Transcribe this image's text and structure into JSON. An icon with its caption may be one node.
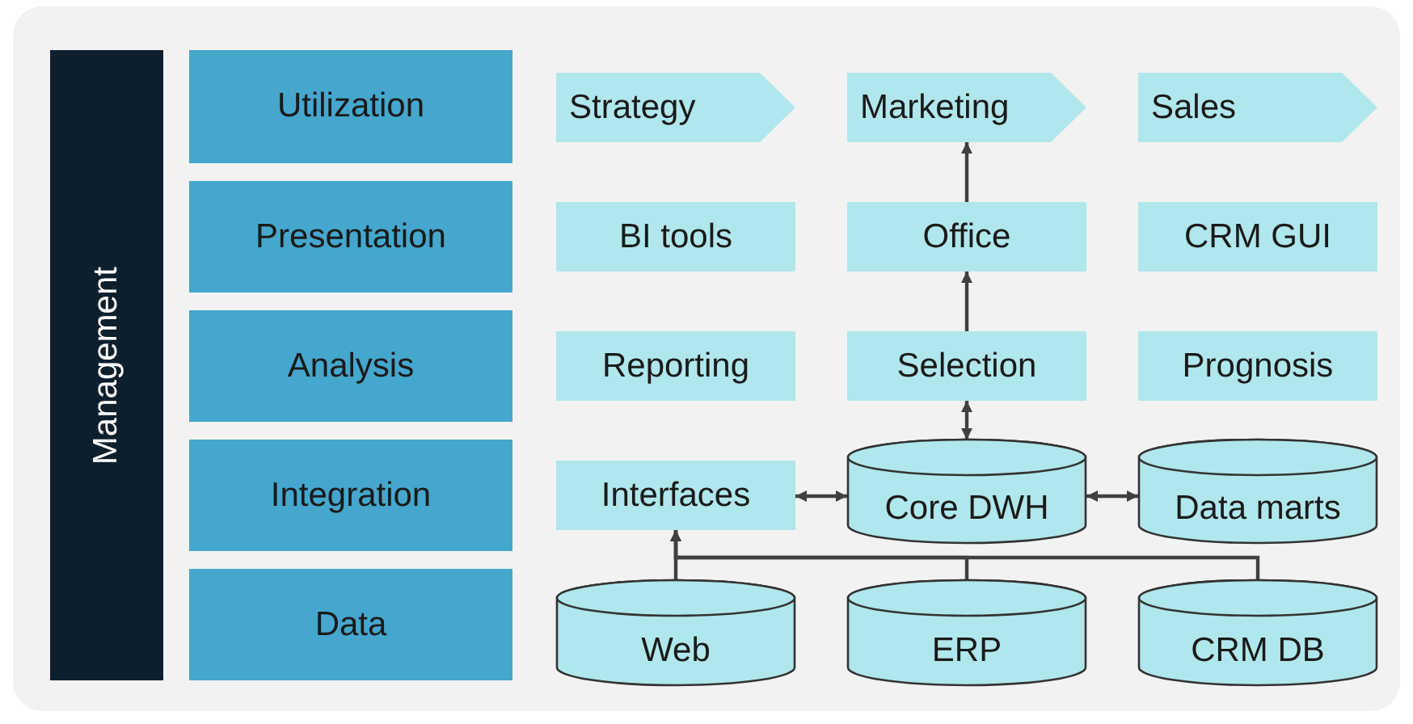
{
  "diagram": {
    "nodes": [
      {
        "text": [
          "Management"
        ]
      },
      {
        "text": [
          "Utilization"
        ]
      },
      {
        "text": [
          "Presentation"
        ]
      },
      {
        "text": [
          "Analysis"
        ]
      },
      {
        "text": [
          "Integration"
        ]
      },
      {
        "text": [
          "Data"
        ]
      },
      {
        "text": [
          "Strategy"
        ]
      },
      {
        "text": [
          "Marketing"
        ]
      },
      {
        "text": [
          "Sales"
        ]
      },
      {
        "text": [
          "BI tools"
        ]
      },
      {
        "text": [
          "Office"
        ]
      },
      {
        "text": [
          "CRM GUI"
        ]
      },
      {
        "text": [
          "Reporting"
        ]
      },
      {
        "text": [
          "Selection"
        ]
      },
      {
        "text": [
          "Prognosis"
        ]
      },
      {
        "text": [
          "Interfaces"
        ]
      },
      {
        "text": [
          "Core DWH"
        ]
      },
      {
        "text": [
          "Data marts"
        ]
      },
      {
        "text": [
          "Web"
        ]
      },
      {
        "text": [
          "ERP"
        ]
      },
      {
        "text": [
          "CRM DB"
        ]
      }
    ],
    "edges": [
      {
        "from": 10,
        "to": 7,
        "arrow": "to"
      },
      {
        "from": 13,
        "to": 10,
        "arrow": "to"
      },
      {
        "from": 13,
        "to": 16,
        "arrow": "both"
      },
      {
        "from": 15,
        "to": 16,
        "arrow": "both"
      },
      {
        "from": 16,
        "to": 17,
        "arrow": "both"
      },
      {
        "from": 18,
        "to": 15,
        "arrow": "to"
      },
      {
        "from": 19,
        "to": 15,
        "arrow": "to"
      },
      {
        "from": 20,
        "to": 15,
        "arrow": "to"
      }
    ]
  }
}
